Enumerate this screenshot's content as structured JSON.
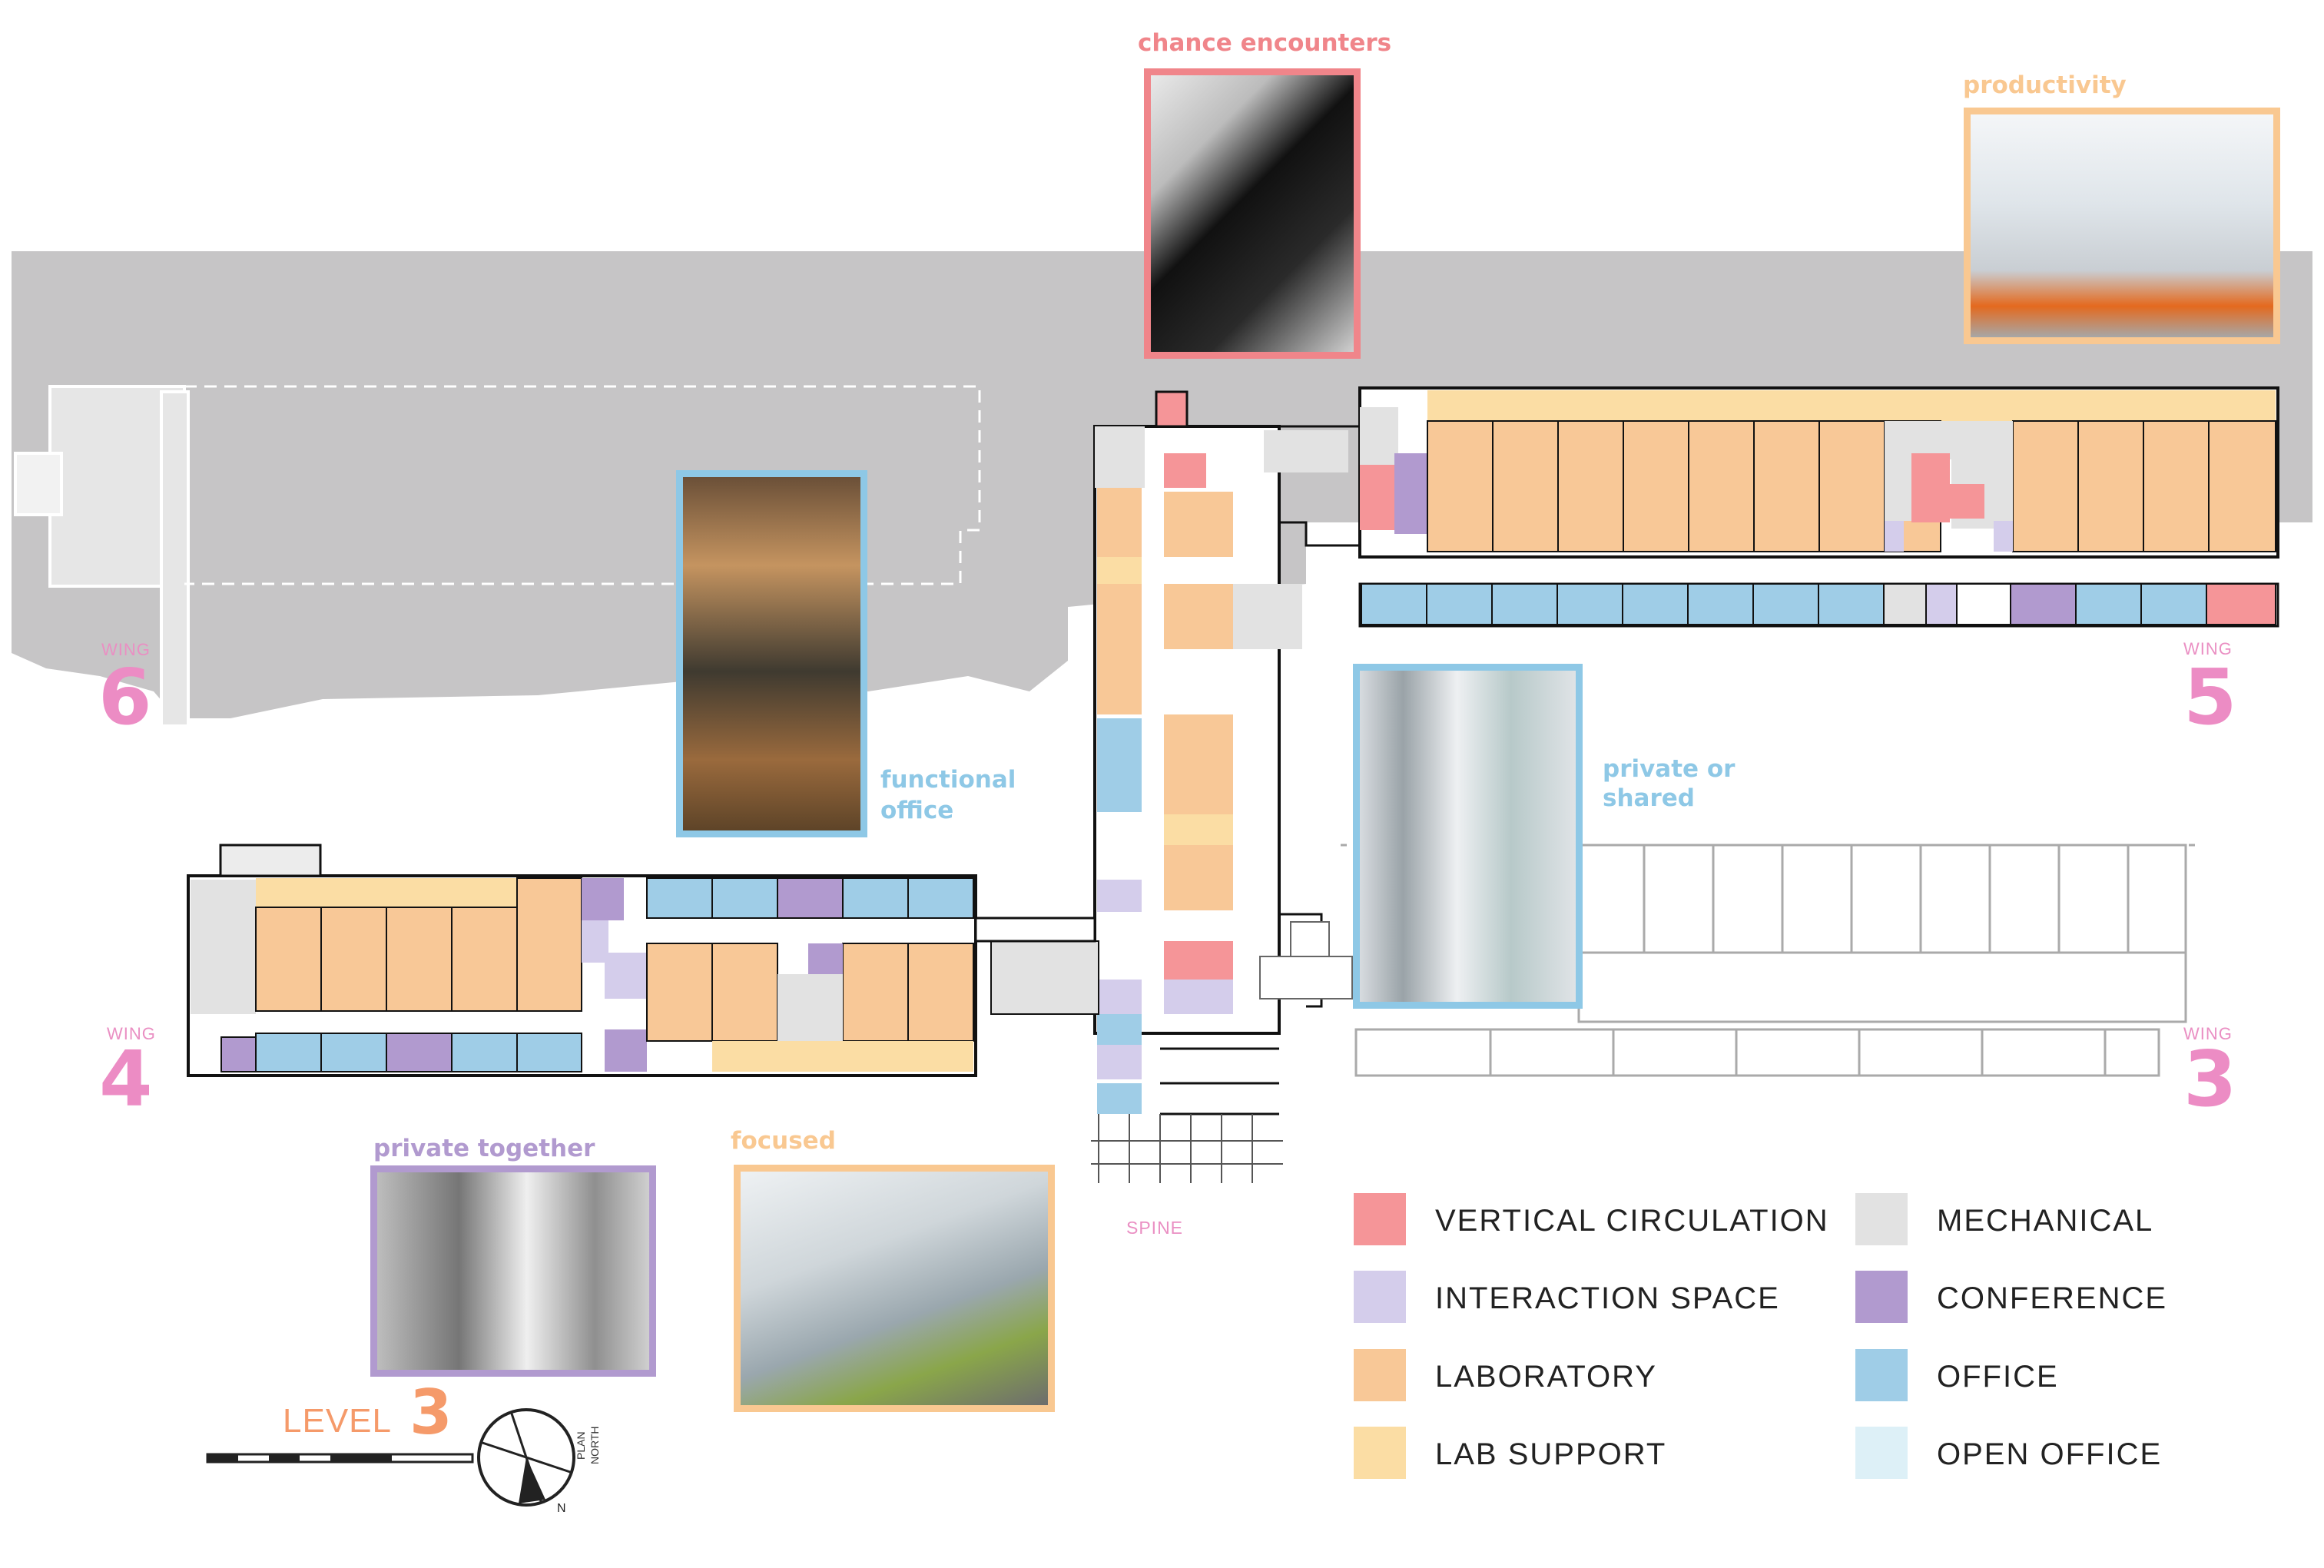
{
  "colors": {
    "vertical_circulation": "#f59598",
    "interaction_space": "#d4cdeb",
    "laboratory": "#f8c897",
    "lab_support": "#fbdda4",
    "mechanical": "#e2e2e2",
    "conference": "#b19acf",
    "office": "#9fcde7",
    "open_office": "#ddf0f7",
    "site_gray": "#c6c5c6",
    "frame_pink": "#f0858a",
    "frame_orange": "#f9c891",
    "frame_blue": "#8ec8e6",
    "frame_purple": "#b19acf"
  },
  "captions": {
    "chance": "chance encounters",
    "productivity": "productivity",
    "functional_office": [
      "functional",
      "office"
    ],
    "private_shared": [
      "private or",
      "shared"
    ],
    "private_together": "private together",
    "focused": "focused"
  },
  "photos": [
    {
      "id": "chance-encounters",
      "icon": "atrium-photo"
    },
    {
      "id": "productivity",
      "icon": "lab-photo"
    },
    {
      "id": "functional-office",
      "icon": "home-office-photo"
    },
    {
      "id": "private-or-shared",
      "icon": "glass-room-photo"
    },
    {
      "id": "private-together",
      "icon": "meeting-room-photo"
    },
    {
      "id": "focused",
      "icon": "open-lab-photo"
    }
  ],
  "wings": [
    {
      "label": "WING",
      "number": "6"
    },
    {
      "label": "WING",
      "number": "5"
    },
    {
      "label": "WING",
      "number": "4"
    },
    {
      "label": "WING",
      "number": "3"
    }
  ],
  "spine_label": "SPINE",
  "level": {
    "label": "LEVEL",
    "number": "3"
  },
  "north_label": [
    "PLAN",
    "NORTH"
  ],
  "north_letter": "N",
  "legend": [
    {
      "key": "vertical_circulation",
      "label": "VERTICAL CIRCULATION"
    },
    {
      "key": "mechanical",
      "label": "MECHANICAL"
    },
    {
      "key": "interaction_space",
      "label": "INTERACTION SPACE"
    },
    {
      "key": "conference",
      "label": "CONFERENCE"
    },
    {
      "key": "laboratory",
      "label": "LABORATORY"
    },
    {
      "key": "office",
      "label": "OFFICE"
    },
    {
      "key": "lab_support",
      "label": "LAB SUPPORT"
    },
    {
      "key": "open_office",
      "label": "OPEN OFFICE"
    }
  ]
}
